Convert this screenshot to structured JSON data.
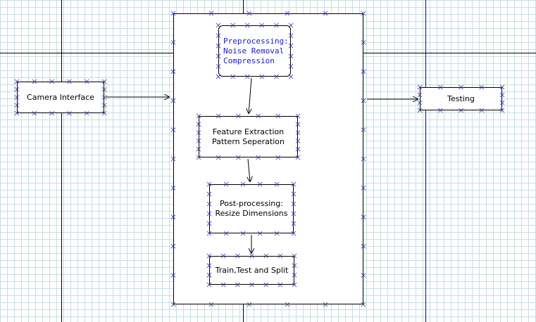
{
  "colors": {
    "guide_black": "#000000",
    "guide_blue": "#0000cc",
    "handle": "#2a2ab0",
    "preprocessing_text": "#1a1acc"
  },
  "nodes": {
    "camera_interface": "Camera Interface",
    "preprocessing": "Preprocessing:\nNoise Removal\nCompression",
    "feature_extraction": "Feature Extraction\nPattern Seperation",
    "post_processing": "Post-processing:\nResize Dimensions",
    "train_test_split": "Train,Test and Split",
    "testing": "Testing"
  }
}
